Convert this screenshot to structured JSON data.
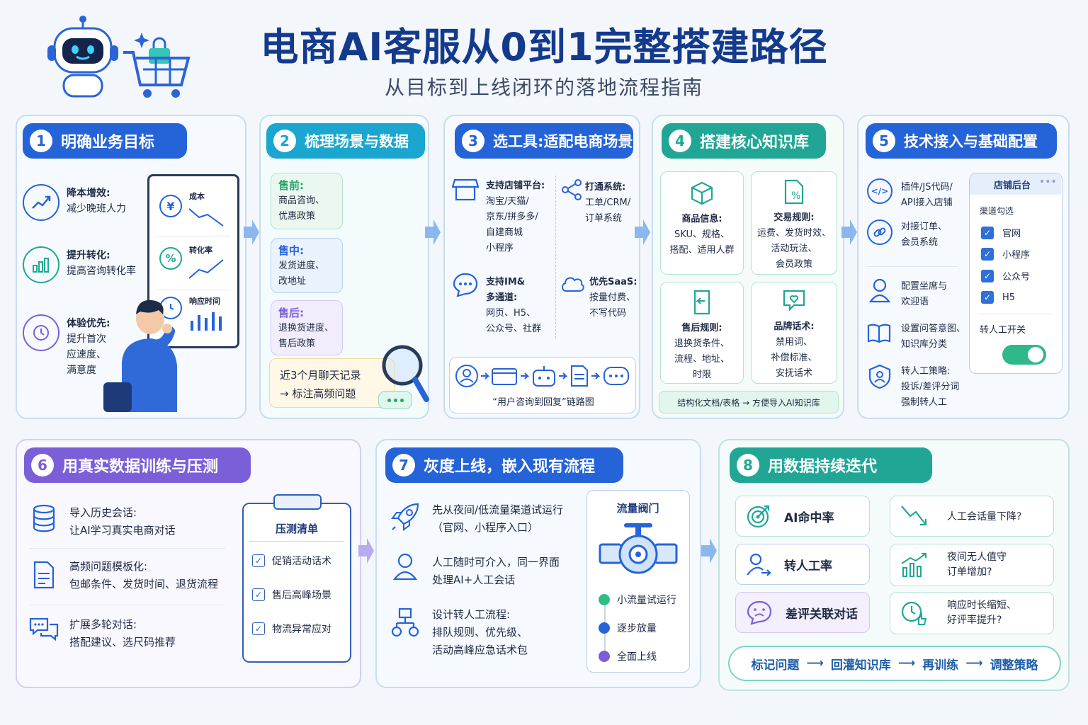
{
  "header": {
    "title": "电商AI客服从0到1完整搭建路径",
    "subtitle": "从目标到上线闭环的落地流程指南"
  },
  "steps": [
    {
      "num": "1",
      "title": "明确业务目标"
    },
    {
      "num": "2",
      "title": "梳理场景与数据"
    },
    {
      "num": "3",
      "title": "选工具:适配电商场景"
    },
    {
      "num": "4",
      "title": "搭建核心知识库"
    },
    {
      "num": "5",
      "title": "技术接入与基础配置"
    },
    {
      "num": "6",
      "title": "用真实数据训练与压测"
    },
    {
      "num": "7",
      "title": "灰度上线，嵌入现有流程"
    },
    {
      "num": "8",
      "title": "用数据持续迭代"
    }
  ],
  "s1": {
    "goals": [
      {
        "title": "降本增效:",
        "desc": "减少晚班人力"
      },
      {
        "title": "提升转化:",
        "desc": "提高咨询转化率"
      },
      {
        "title": "体验优先:",
        "desc": "提升首次\n应速度、\n满意度"
      }
    ],
    "metrics": [
      "成本",
      "转化率",
      "响应时间"
    ]
  },
  "s2": {
    "stages": [
      {
        "title": "售前:",
        "desc": "商品咨询、\n优惠政策"
      },
      {
        "title": "售中:",
        "desc": "发货进度、\n改地址"
      },
      {
        "title": "售后:",
        "desc": "退换货进度、\n售后政策"
      }
    ],
    "note": [
      "近3个月聊天记录",
      "→ 标注高频问题"
    ]
  },
  "s3": {
    "items": [
      {
        "title": "支持店铺平台:",
        "desc": "淘宝/天猫/\n京东/拼多多/\n自建商城\n小程序"
      },
      {
        "title": "打通系统:",
        "desc": "工单/CRM/\n订单系统"
      },
      {
        "title": "支持IM&\n多通道:",
        "desc": "网页、H5、\n公众号、社群"
      },
      {
        "title": "优先SaaS:",
        "desc": "按量付费、\n不写代码"
      }
    ],
    "chain_label": "“用户咨询到回复”链路图"
  },
  "s4": {
    "cards": [
      {
        "title": "商品信息:",
        "desc": "SKU、规格、\n搭配、适用人群"
      },
      {
        "title": "交易规则:",
        "desc": "运费、发货时效、\n活动玩法、\n会员政策"
      },
      {
        "title": "售后规则:",
        "desc": "退换货条件、\n流程、地址、\n时限"
      },
      {
        "title": "品牌话术:",
        "desc": "禁用词、\n补偿标准、\n安抚话术"
      }
    ],
    "footer": "结构化文档/表格 → 方便导入AI知识库"
  },
  "s5": {
    "items": [
      "插件/JS代码/\nAPI接入店铺",
      "对接订单、\n会员系统",
      "配置坐席与\n欢迎语",
      "设置问答意图、\n知识库分类",
      "转人工策略:\n投诉/差评分词\n强制转人工"
    ],
    "panel": {
      "title": "店铺后台",
      "section": "渠道勾选",
      "channels": [
        "官网",
        "小程序",
        "公众号",
        "H5"
      ],
      "toggle_label": "转人工开关",
      "toggle_on": true
    }
  },
  "s6": {
    "items": [
      {
        "title": "导入历史会话:",
        "desc": "让AI学习真实电商对话"
      },
      {
        "title": "高频问题模板化:",
        "desc": "包邮条件、发货时间、退货流程"
      },
      {
        "title": "扩展多轮对话:",
        "desc": "搭配建议、选尺码推荐"
      }
    ],
    "checklist_title": "压测清单",
    "checklist": [
      "促销活动话术",
      "售后高峰场景",
      "物流异常应对"
    ]
  },
  "s7": {
    "items": [
      "先从夜间/低流量渠道试运行\n（官网、小程序入口）",
      "人工随时可介入，同一界面\n处理AI+人工会话",
      "设计转人工流程:\n排队规则、优先级、\n活动高峰应急话术包"
    ],
    "valve_title": "流量阀门",
    "phases": [
      "小流量试运行",
      "逐步放量",
      "全面上线"
    ]
  },
  "s8": {
    "metrics": [
      "AI命中率",
      "转人工率",
      "差评关联对话"
    ],
    "questions": [
      "人工会话量下降?",
      "夜间无人值守\n订单增加?",
      "响应时长缩短、\n好评率提升?"
    ],
    "loop": [
      "标记问题",
      "回灌知识库",
      "再训练",
      "调整策略"
    ]
  },
  "colors": {
    "blue": "#2563d8",
    "cyan": "#1aa6cf",
    "teal": "#21a696",
    "purple": "#7b5fd8",
    "navy": "#143a8c"
  }
}
